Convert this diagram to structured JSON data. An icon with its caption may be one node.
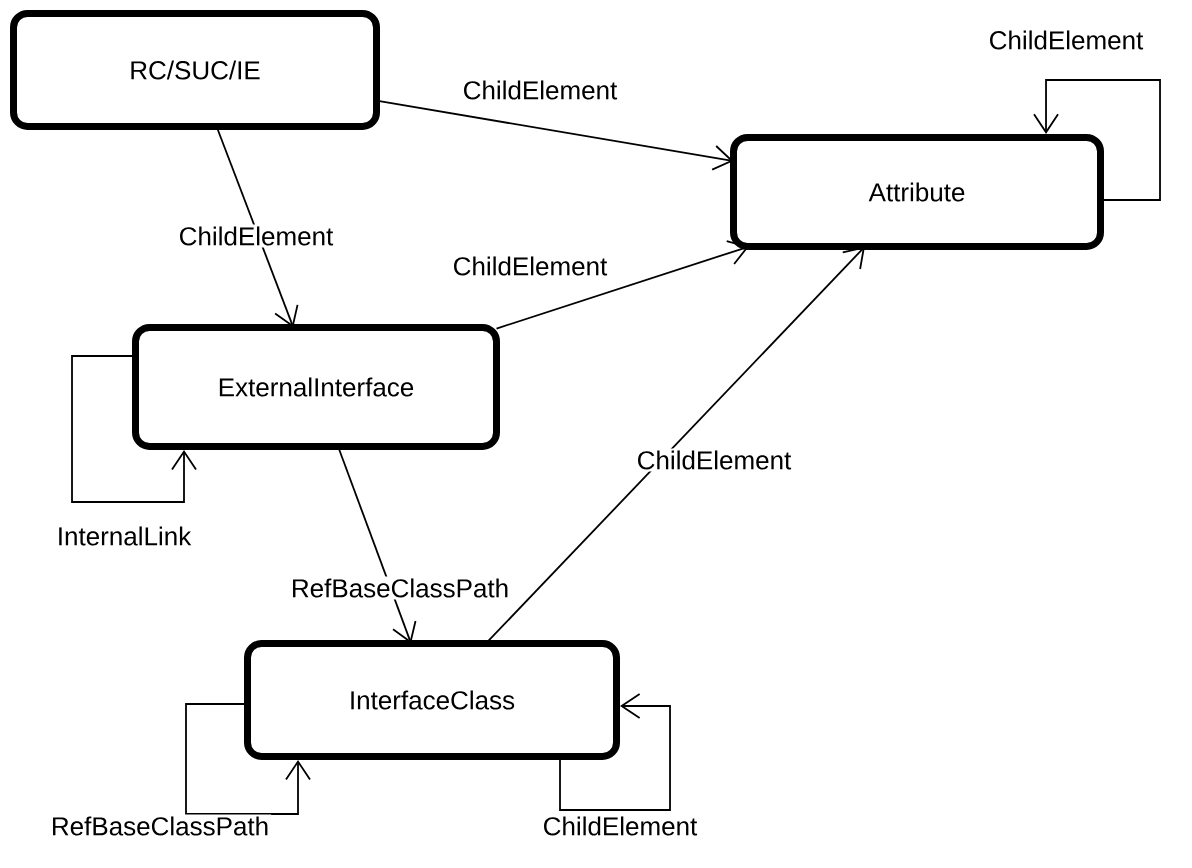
{
  "diagram": {
    "nodes": [
      {
        "text": [
          "RC/SUC/IE"
        ]
      },
      {
        "text": [
          "Attribute"
        ]
      },
      {
        "text": [
          "ExternalInterface"
        ]
      },
      {
        "text": [
          "InterfaceClass"
        ]
      }
    ],
    "edges": [
      {
        "from": 0,
        "to": 1,
        "arrow": "to",
        "label": "ChildElement"
      },
      {
        "from": 0,
        "to": 2,
        "arrow": "to",
        "label": "ChildElement"
      },
      {
        "from": 1,
        "to": 1,
        "arrow": "to",
        "label": "ChildElement"
      },
      {
        "from": 2,
        "to": 1,
        "arrow": "to",
        "label": "ChildElement"
      },
      {
        "from": 2,
        "to": 2,
        "arrow": "to",
        "label": "InternalLink"
      },
      {
        "from": 2,
        "to": 3,
        "arrow": "to",
        "label": "RefBaseClassPath"
      },
      {
        "from": 3,
        "to": 1,
        "arrow": "to",
        "label": "ChildElement"
      },
      {
        "from": 3,
        "to": 3,
        "arrow": "to",
        "label": "RefBaseClassPath"
      },
      {
        "from": 3,
        "to": 3,
        "arrow": "to",
        "label": "ChildElement"
      }
    ]
  }
}
